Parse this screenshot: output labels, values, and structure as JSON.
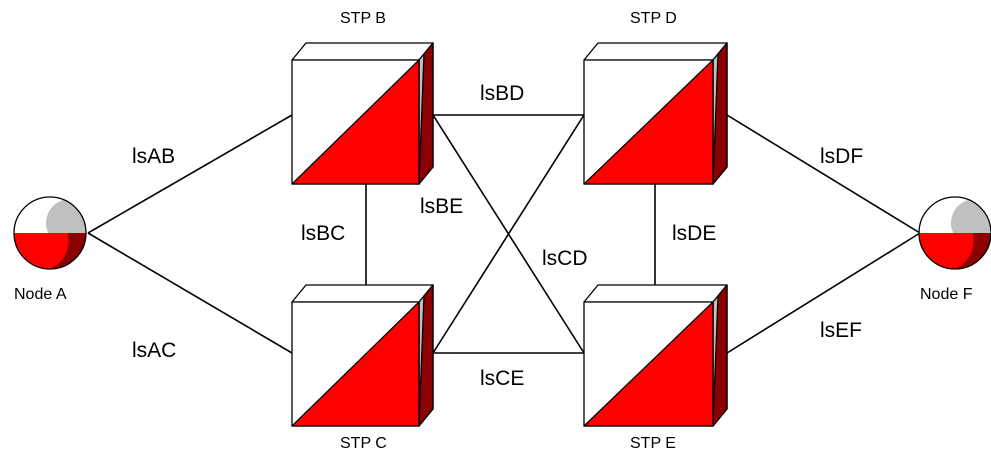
{
  "colors": {
    "fill_red": "#ff0000",
    "shade_dark_red": "#8b0000",
    "face_white": "#ffffff",
    "side_gray": "#c0c0c0",
    "line": "#000000"
  },
  "nodes": {
    "node_a": {
      "label": "Node A",
      "icon": "endpoint-sphere-icon"
    },
    "node_f": {
      "label": "Node F",
      "icon": "endpoint-sphere-icon"
    },
    "stp_b": {
      "label": "STP B",
      "icon": "signal-transfer-point-cube-icon"
    },
    "stp_c": {
      "label": "STP C",
      "icon": "signal-transfer-point-cube-icon"
    },
    "stp_d": {
      "label": "STP D",
      "icon": "signal-transfer-point-cube-icon"
    },
    "stp_e": {
      "label": "STP E",
      "icon": "signal-transfer-point-cube-icon"
    }
  },
  "links": {
    "ab": {
      "label": "lsAB",
      "from": "Node A",
      "to": "STP B"
    },
    "ac": {
      "label": "lsAC",
      "from": "Node A",
      "to": "STP C"
    },
    "bc": {
      "label": "lsBC",
      "from": "STP B",
      "to": "STP C"
    },
    "bd": {
      "label": "lsBD",
      "from": "STP B",
      "to": "STP D"
    },
    "be": {
      "label": "lsBE",
      "from": "STP B",
      "to": "STP E"
    },
    "cd": {
      "label": "lsCD",
      "from": "STP C",
      "to": "STP D"
    },
    "ce": {
      "label": "lsCE",
      "from": "STP C",
      "to": "STP E"
    },
    "de": {
      "label": "lsDE",
      "from": "STP D",
      "to": "STP E"
    },
    "df": {
      "label": "lsDF",
      "from": "STP D",
      "to": "Node F"
    },
    "ef": {
      "label": "lsEF",
      "from": "STP E",
      "to": "Node F"
    }
  }
}
